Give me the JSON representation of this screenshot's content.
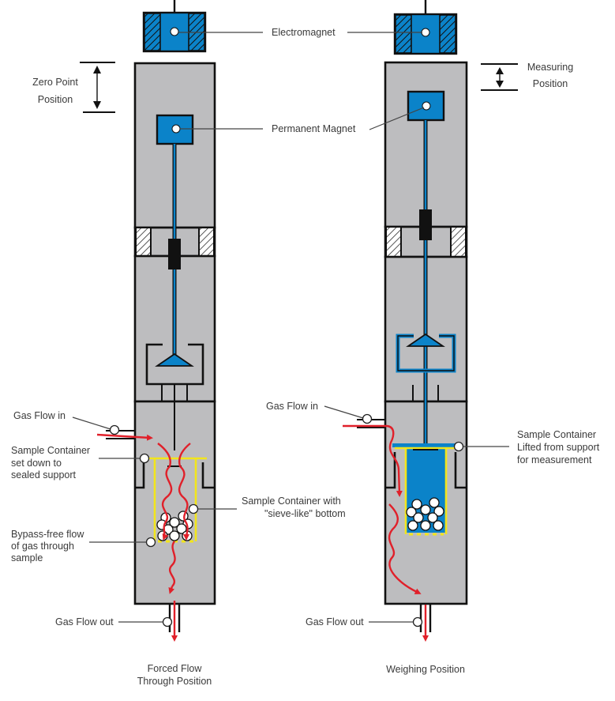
{
  "figure": {
    "title": "Magnetic suspension balance positions",
    "colors": {
      "housing": "#bdbdbf",
      "magnet_blue": "#0b83c9",
      "gas_flow_red": "#e0202a",
      "container_yellow": "#f2e51c",
      "outline": "#111111"
    }
  },
  "labels": {
    "electromagnet": "Electromagnet",
    "permanent_magnet": "Permanent Magnet",
    "zero_point": [
      "Zero Point",
      "Position"
    ],
    "measuring": [
      "Measuring",
      "Position"
    ]
  },
  "left_panel": {
    "caption": [
      "Forced Flow",
      "Through Position"
    ],
    "gas_in": "Gas Flow in",
    "container_set_down": [
      "Sample Container",
      "set down to",
      "sealed support"
    ],
    "sieve_container": [
      "Sample Container with",
      "\"sieve-like\" bottom"
    ],
    "bypass_free": [
      "Bypass-free flow",
      "of gas through",
      "sample"
    ],
    "gas_out": "Gas Flow out"
  },
  "right_panel": {
    "caption": [
      "Weighing Position"
    ],
    "gas_in": "Gas Flow in",
    "container_lifted": [
      "Sample Container",
      "Lifted from support",
      "for measurement"
    ],
    "gas_out": "Gas Flow out"
  }
}
